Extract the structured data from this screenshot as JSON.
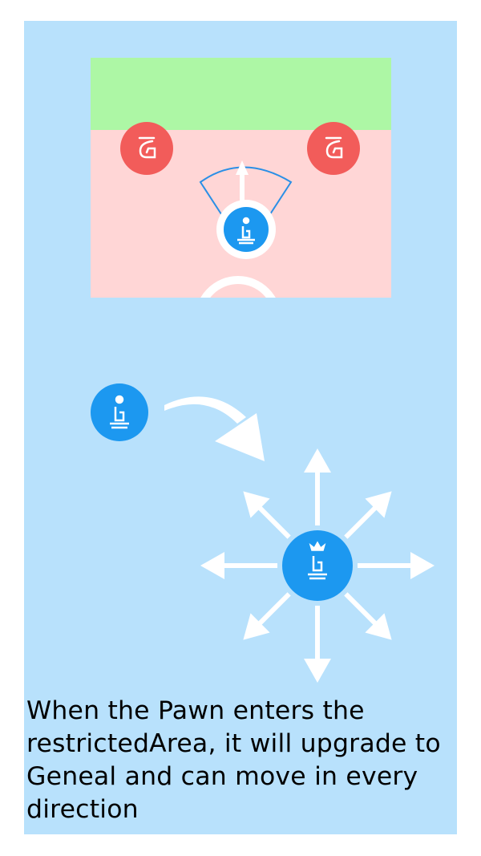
{
  "caption": "When the Pawn enters the restrictedArea, it will upgrade to Geneal and can move in every direction",
  "colors": {
    "background": "#b8e1fc",
    "board_goal_zone": "#adf7a5",
    "board_restricted_area": "#ffd6d6",
    "enemy_piece": "#f25c5a",
    "player_piece": "#1c98f0",
    "arrows": "#ffffff",
    "move_range_arc": "#2a8fe6"
  },
  "pieces": {
    "board_enemies": [
      "enemy-piece",
      "enemy-piece"
    ],
    "board_player": "pawn",
    "pawn": "pawn-icon",
    "general": "general-crown-icon"
  },
  "general_directions": [
    "up",
    "up-right",
    "right",
    "down-right",
    "down",
    "down-left",
    "left",
    "up-left"
  ]
}
